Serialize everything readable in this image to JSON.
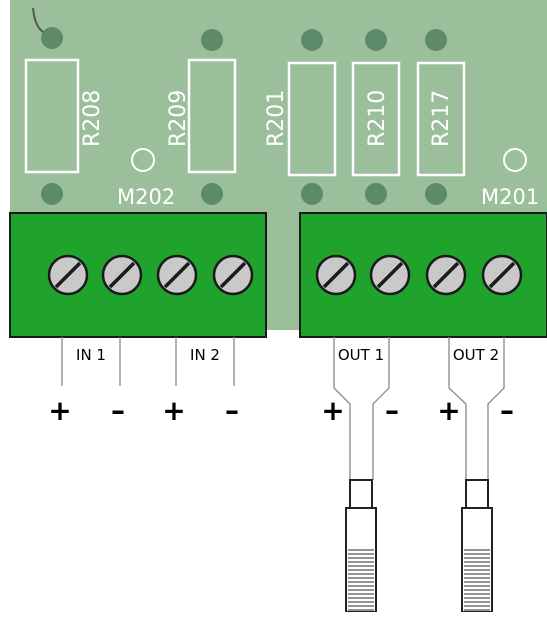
{
  "board": {
    "pcb_color": "#9bbf9b",
    "via_color": "#5d8a68",
    "outline_color": "#ffffff"
  },
  "resistors": [
    {
      "label": "R208"
    },
    {
      "label": "R209"
    },
    {
      "label": "R201"
    },
    {
      "label": "R210"
    },
    {
      "label": "R217"
    }
  ],
  "test_points": [
    {
      "label": "M202"
    },
    {
      "label": "M201"
    }
  ],
  "terminal_blocks": [
    {
      "name": "input-terminal-block",
      "color": "#1fa32c",
      "screws": 4
    },
    {
      "name": "output-terminal-block",
      "color": "#1fa32c",
      "screws": 4
    }
  ],
  "wire_groups": [
    {
      "label": "IN 1",
      "polarity": [
        "+",
        "–"
      ]
    },
    {
      "label": "IN 2",
      "polarity": [
        "+",
        "–"
      ]
    },
    {
      "label": "OUT 1",
      "polarity": [
        "+",
        "–"
      ]
    },
    {
      "label": "OUT 2",
      "polarity": [
        "+",
        "–"
      ]
    }
  ],
  "probes": [
    {
      "name": "probe-out-1"
    },
    {
      "name": "probe-out-2"
    }
  ]
}
